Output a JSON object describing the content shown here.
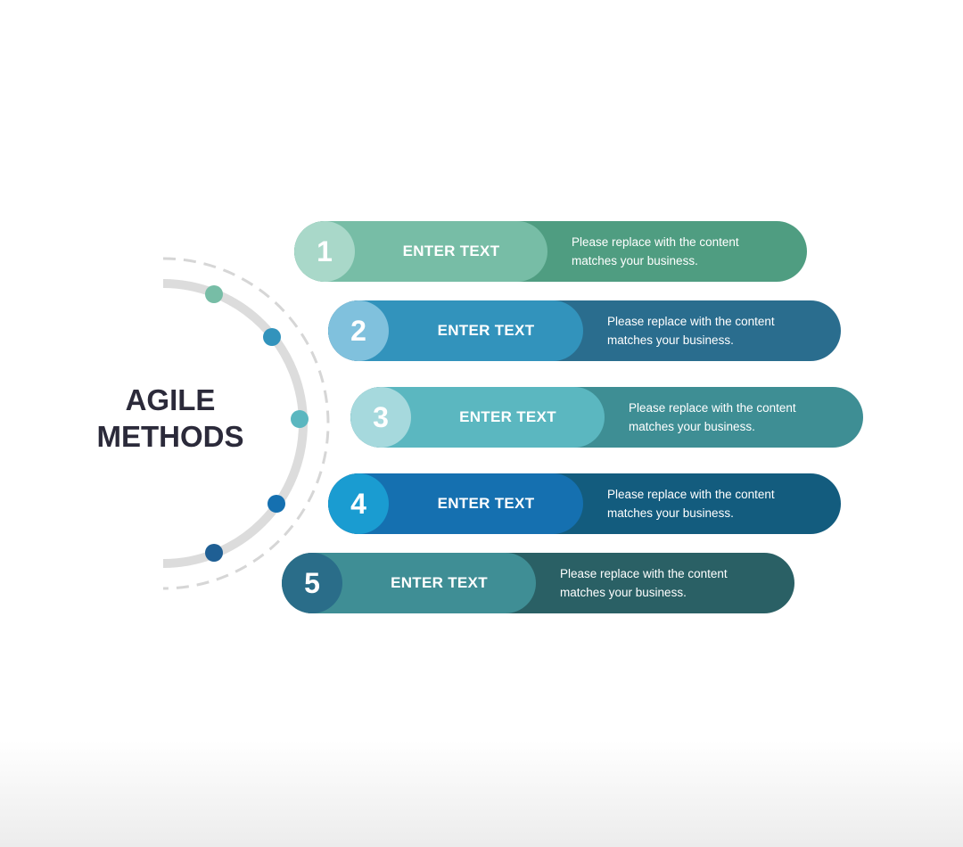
{
  "title": {
    "line1": "AGILE",
    "line2": "METHODS"
  },
  "steps": [
    {
      "number": "1",
      "label": "ENTER TEXT",
      "desc_line1": "Please replace with the content",
      "desc_line2": "matches your business.",
      "colors": {
        "circle": "#a9d8c9",
        "middle": "#77bda6",
        "right": "#4f9d81"
      }
    },
    {
      "number": "2",
      "label": "ENTER TEXT",
      "desc_line1": "Please replace with the content",
      "desc_line2": "matches your business.",
      "colors": {
        "circle": "#80c1dd",
        "middle": "#3293bc",
        "right": "#2a6d8e"
      }
    },
    {
      "number": "3",
      "label": "ENTER TEXT",
      "desc_line1": "Please replace with the content",
      "desc_line2": "matches your business.",
      "colors": {
        "circle": "#a6d9dd",
        "middle": "#5bb7c0",
        "right": "#3e8e94"
      }
    },
    {
      "number": "4",
      "label": "ENTER TEXT",
      "desc_line1": "Please replace with the content",
      "desc_line2": "matches your business.",
      "colors": {
        "circle": "#1a9cd1",
        "middle": "#1570b0",
        "right": "#135c7e"
      }
    },
    {
      "number": "5",
      "label": "ENTER TEXT",
      "desc_line1": "Please replace with the content",
      "desc_line2": "matches your business.",
      "colors": {
        "circle": "#2a6d89",
        "middle": "#3f8e95",
        "right": "#2a6065"
      }
    }
  ]
}
